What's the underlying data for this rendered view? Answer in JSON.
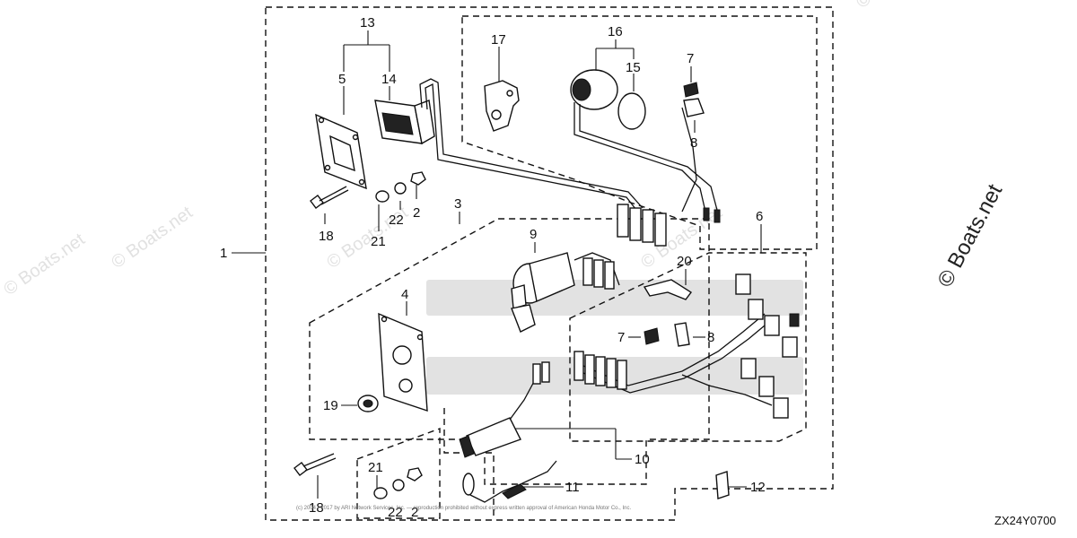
{
  "diagram": {
    "drawing_code": "ZX24Y0700",
    "copyright": "(c) 2004 - 2017 by ARI Network Services, Inc. — reproduction prohibited without express written approval of American Honda Motor Co., Inc.",
    "watermarks": {
      "main": "© Boats.net",
      "faint": "© Boats.net"
    },
    "callouts": {
      "c1": "1",
      "c2a": "2",
      "c2b": "2",
      "c3": "3",
      "c4": "4",
      "c5": "5",
      "c6": "6",
      "c7a": "7",
      "c7b": "7",
      "c8a": "8",
      "c8b": "8",
      "c9": "9",
      "c10": "10",
      "c11": "11",
      "c12": "12",
      "c13": "13",
      "c14": "14",
      "c15": "15",
      "c16": "16",
      "c17": "17",
      "c18a": "18",
      "c18b": "18",
      "c19": "19",
      "c20": "20",
      "c21a": "21",
      "c21b": "21",
      "c22a": "22",
      "c22b": "22"
    }
  }
}
